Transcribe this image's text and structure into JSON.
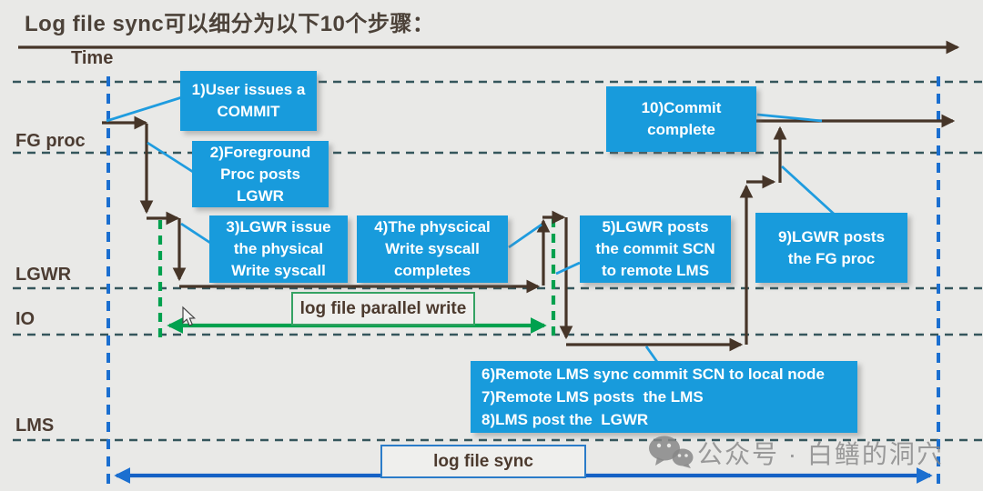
{
  "title": "Log file sync可以细分为以下10个步骤：",
  "lanes": {
    "time": "Time",
    "fg": "FG proc",
    "lgwr": "LGWR",
    "io": "IO",
    "lms": "LMS"
  },
  "steps": {
    "s1": [
      "1)User issues a",
      "COMMIT"
    ],
    "s2": [
      "2)Foreground",
      "Proc posts",
      "LGWR"
    ],
    "s3": [
      "3)LGWR issue",
      "the physical",
      "Write syscall"
    ],
    "s4": [
      "4)The physcical",
      "Write syscall",
      "completes"
    ],
    "s5": [
      "5)LGWR posts",
      "the commit SCN",
      "to remote LMS"
    ],
    "s678": [
      "6)Remote LMS sync commit SCN to local node",
      "7)Remote LMS posts  the LMS",
      "8)LMS post the  LGWR"
    ],
    "s9": [
      "9)LGWR posts",
      "the FG proc"
    ],
    "s10": [
      "10)Commit",
      "complete"
    ]
  },
  "labels": {
    "parallel_write": "log file parallel write",
    "sync": "log file sync"
  },
  "watermark": {
    "icon": "wechat-icon",
    "text": "公众号 · 白鳝的洞穴"
  },
  "colors": {
    "background": "#e9e9e7",
    "step_box_blue": "#189bdc",
    "dark_arrow": "#463528",
    "lane_dash": "#35565c",
    "green": "#00a14e",
    "blue_line": "#1b6fd0",
    "callout_blue": "#1f9cdf",
    "title_text": "#4c4239",
    "watermark_gray": "#878787"
  }
}
